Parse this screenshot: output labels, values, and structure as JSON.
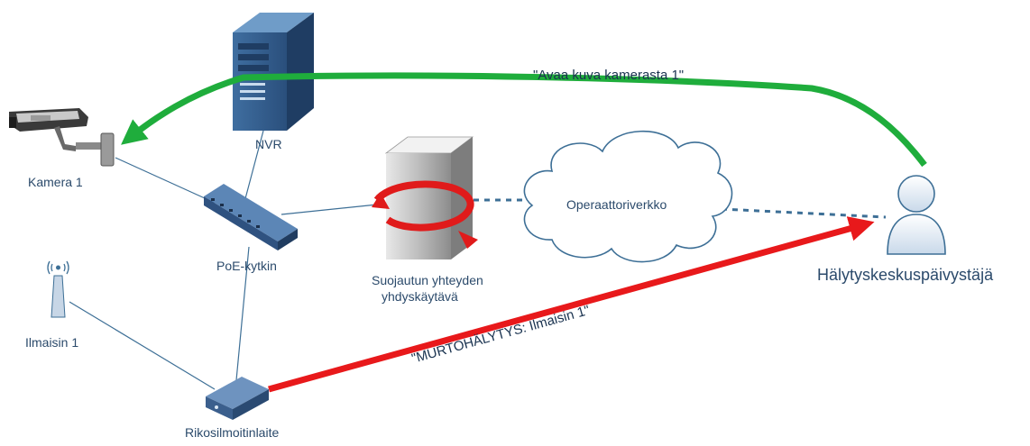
{
  "nodes": {
    "camera": "Kamera 1",
    "nvr": "NVR",
    "switch": "PoE-kytkin",
    "gateway_line1": "Suojautun yhteyden",
    "gateway_line2": "yhdyskäytävä",
    "cloud": "Operaattoriverkko",
    "detector": "Ilmaisin 1",
    "alarm_device": "Rikosilmoitinlaite",
    "operator": "Hälytyskeskuspäivystäjä"
  },
  "messages": {
    "green": "\"Avaa kuva kamerasta 1\"",
    "red": "\"MURTOHÄLYTYS: Ilmaisin 1\""
  },
  "colors": {
    "green_arrow": "#1fad3c",
    "red_arrow": "#e8191b",
    "link_line": "#3d6f96",
    "label": "#2b4a6b"
  }
}
